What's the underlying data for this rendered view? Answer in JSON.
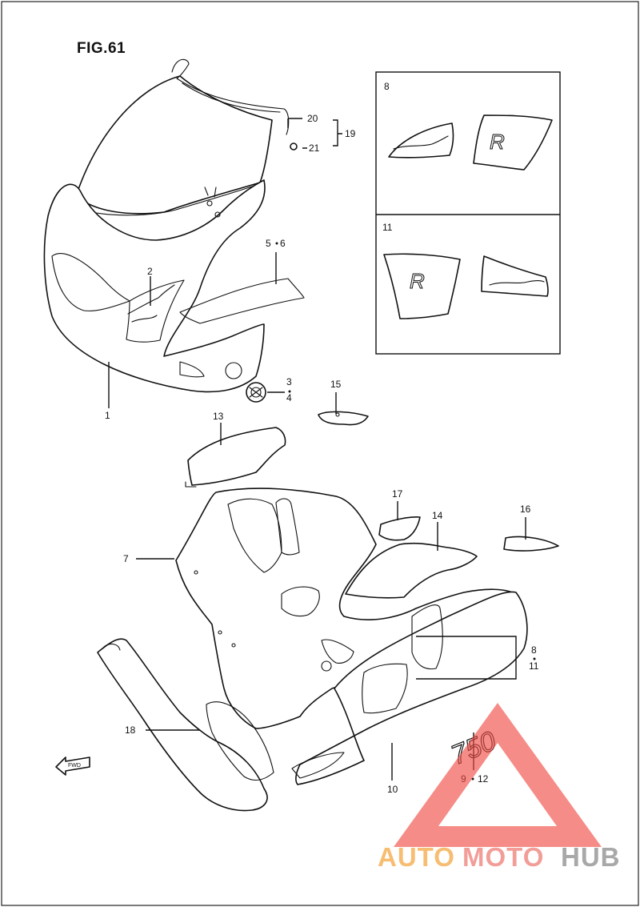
{
  "figure": {
    "title": "FIG.61"
  },
  "callouts": {
    "c1": "1",
    "c2": "2",
    "c3": "3",
    "c4": "4",
    "c5_6": "5",
    "c6": "6",
    "c7": "7",
    "c8": "8",
    "c11": "11",
    "c9": "9",
    "c12": "12",
    "c10": "10",
    "c13": "13",
    "c14": "14",
    "c15": "15",
    "c16": "16",
    "c17": "17",
    "c18": "18",
    "c19": "19",
    "c20": "20",
    "c21": "21"
  },
  "insets": {
    "top_label": "8",
    "bottom_label": "11"
  },
  "decal_text": {
    "model": "750"
  },
  "direction_arrow": {
    "label": "FWD"
  },
  "watermark": {
    "word_a": "AUTO",
    "word_b": "MOTO",
    "word_c": "HUB",
    "colors": {
      "a": "#f6b25a",
      "b": "#f08c86",
      "c": "#9a9a9a",
      "logo": "#ef4b43"
    }
  }
}
